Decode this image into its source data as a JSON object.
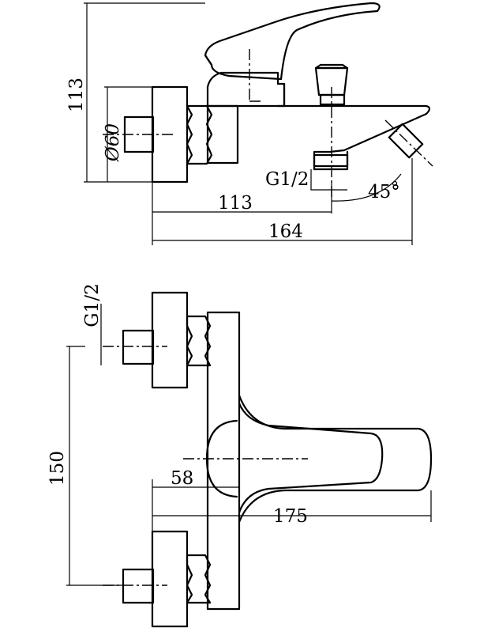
{
  "side_view": {
    "height_label": "113",
    "diameter_label": "Ø60",
    "thread_label": "G1/2",
    "angle_label": "45°",
    "spout_offset_label": "113",
    "overall_length_label": "164"
  },
  "top_view": {
    "thread_label": "G1/2",
    "center_distance_label": "150",
    "handle_offset_label": "58",
    "overall_length_label": "175"
  }
}
